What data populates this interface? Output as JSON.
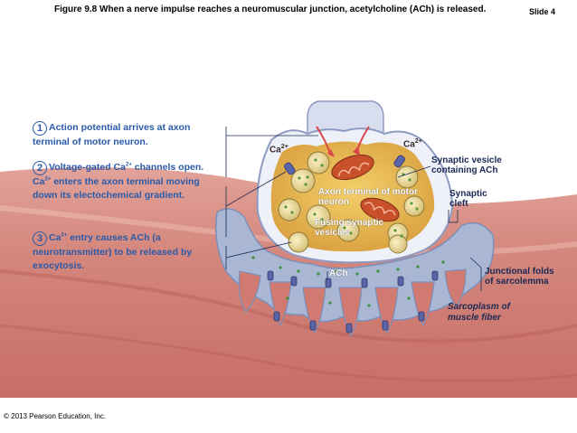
{
  "header": {
    "figure_title": "Figure 9.8 When a nerve impulse reaches a neuromuscular junction, acetylcholine (ACh) is released.",
    "slide": "Slide 4"
  },
  "steps": [
    {
      "number": "1",
      "text": "Action potential arrives at axon terminal of motor neuron."
    },
    {
      "number": "2",
      "text_a": "Voltage-gated Ca",
      "sup_a": "2+",
      "text_b": " channels open. Ca",
      "sup_b": "2+",
      "text_c": " enters the axon terminal moving down its electochemical gradient."
    },
    {
      "number": "3",
      "sup_a": "2+",
      "text_pre": "Ca",
      "text_b": " entry causes ACh (a neurotransmitter) to be released by exocytosis."
    }
  ],
  "labels": {
    "ca_left_base": "Ca",
    "ca_left_sup": "2+",
    "ca_right_base": "Ca",
    "ca_right_sup": "2+",
    "synaptic_vesicle": "Synaptic vesicle containing ACh",
    "axon_terminal": "Axon terminal of motor neuron",
    "synaptic_cleft": "Synaptic cleft",
    "fusing_vesicles": "Fusing synaptic vesicles",
    "ach": "ACh",
    "junctional_folds": "Junctional folds of sarcolemma",
    "sarcoplasm": "Sarcoplasm of muscle fiber"
  },
  "footer": {
    "copyright": "© 2013 Pearson Education, Inc."
  }
}
